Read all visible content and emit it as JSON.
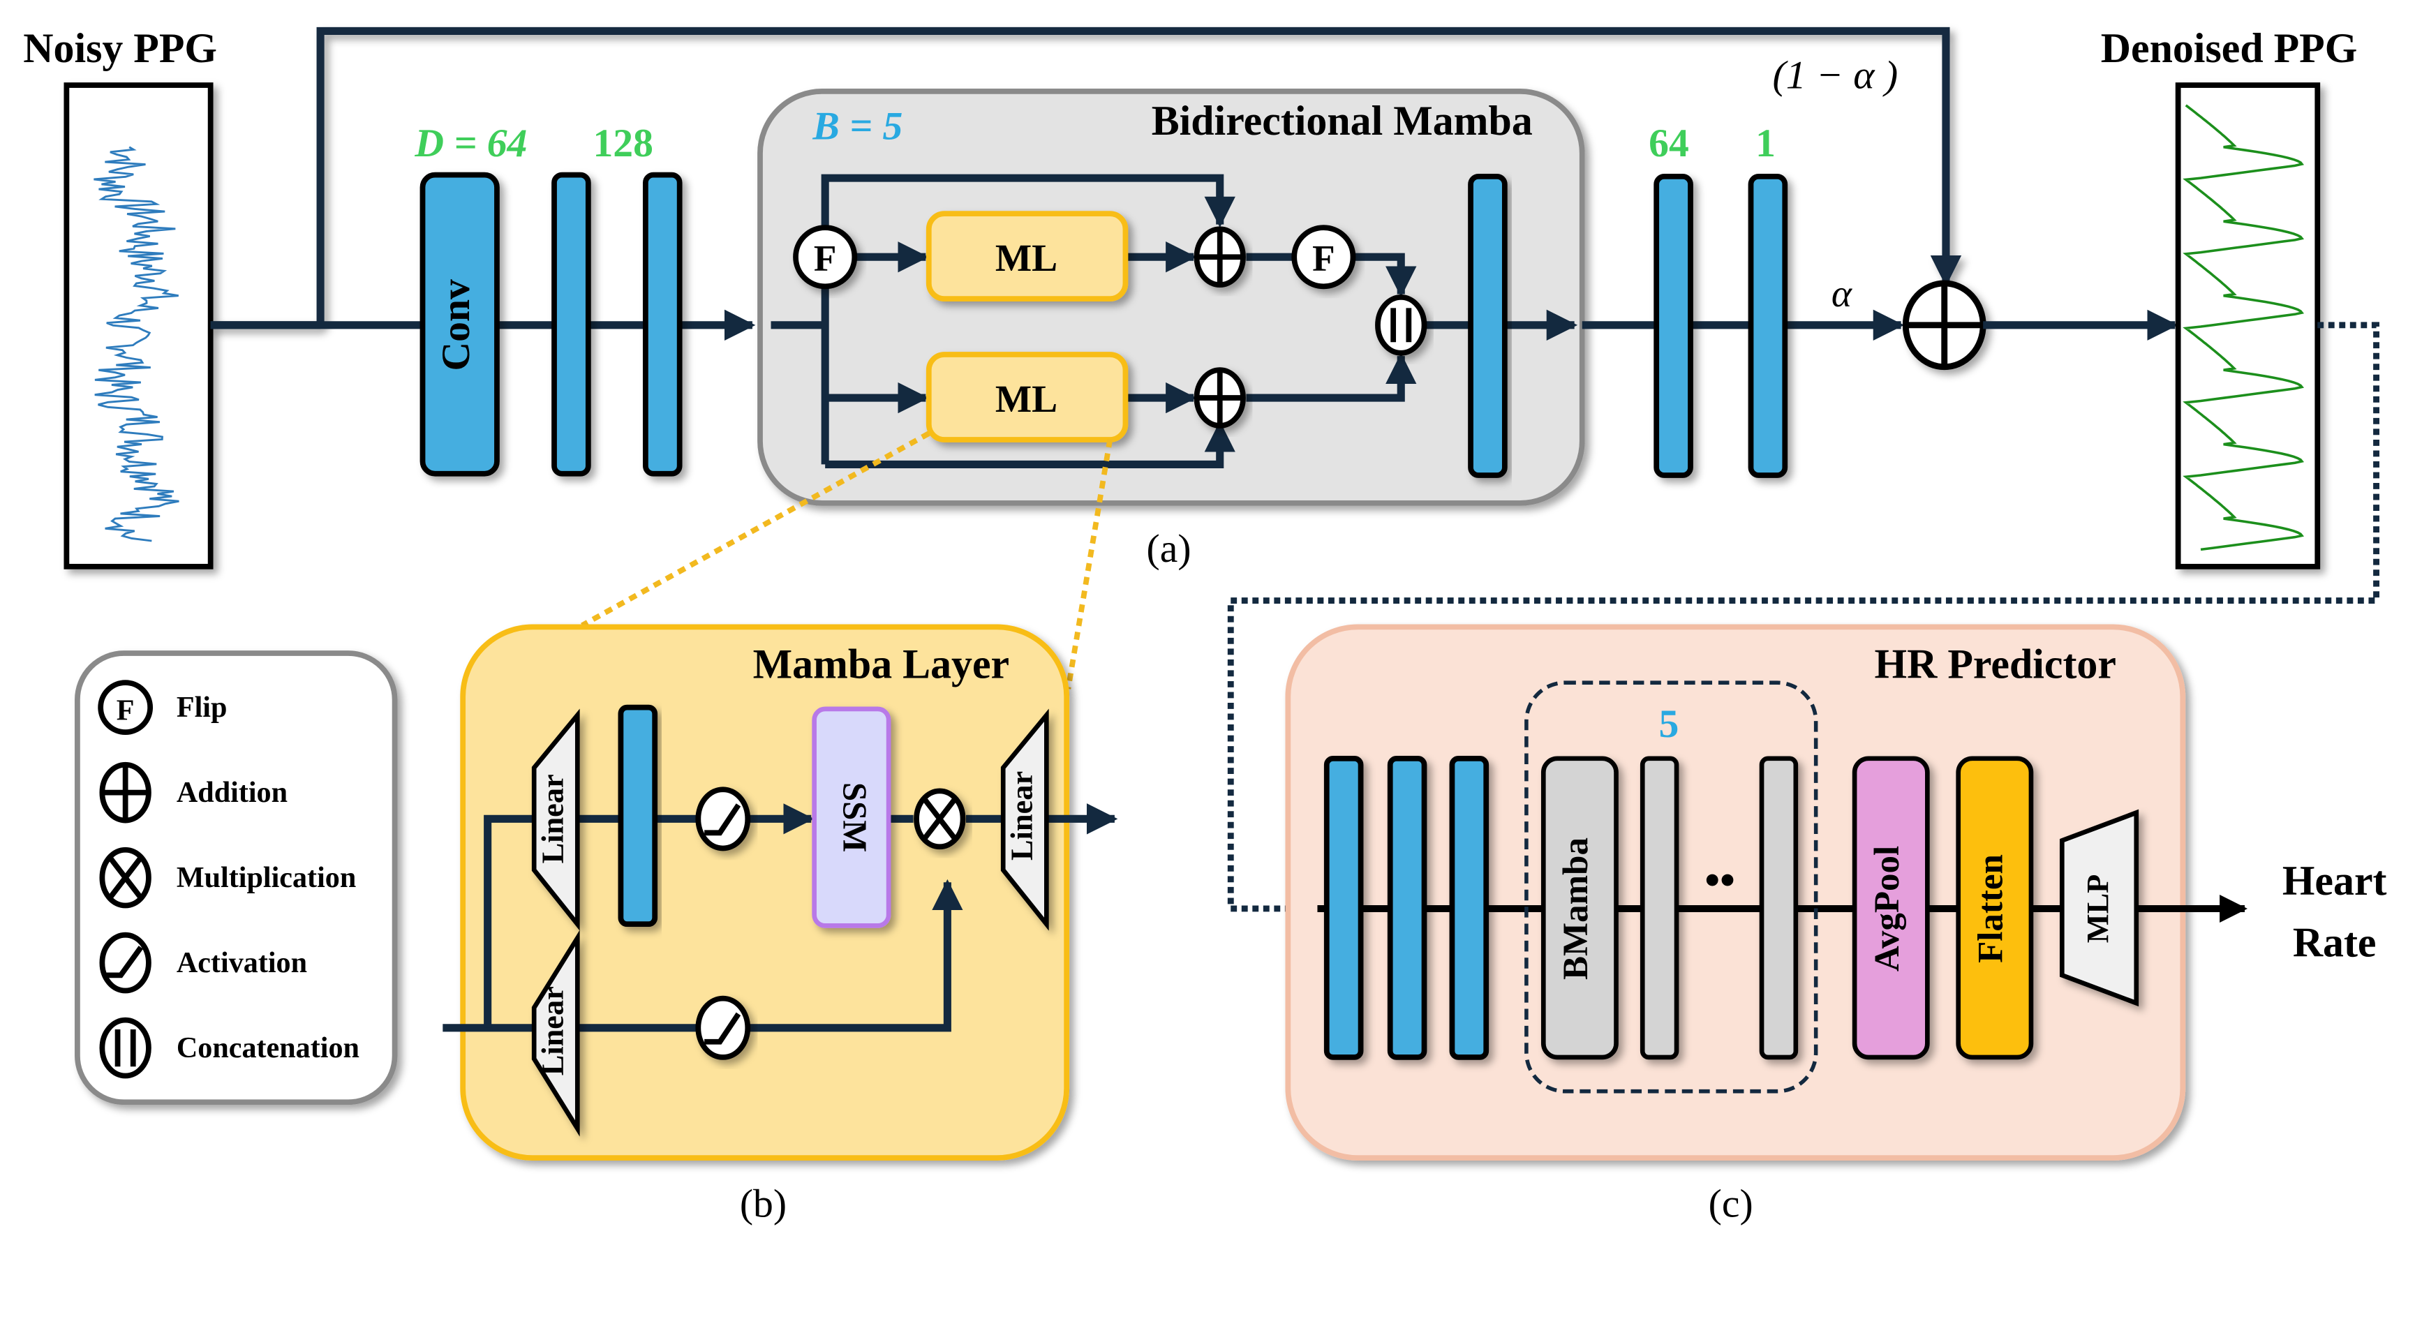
{
  "figure": {
    "input_label": "Noisy PPG",
    "output_label": "Denoised PPG",
    "skip_weight": "(1 − α )",
    "main_weight": "α",
    "encoder_dims": {
      "d64": "D = 64",
      "d128": "128"
    },
    "decoder_dims": {
      "d64": "64",
      "d1": "1"
    },
    "conv_label": "Conv",
    "caption_a": "(a)",
    "caption_b": "(b)",
    "caption_c": "(c)"
  },
  "bidirectional_mamba": {
    "title": "Bidirectional Mamba",
    "repeat": "B = 5",
    "flip_symbol": "F",
    "ml_label": "ML"
  },
  "legend": {
    "items": [
      {
        "symbol": "flip",
        "glyph": "F",
        "label": "Flip"
      },
      {
        "symbol": "addition",
        "label": "Addition"
      },
      {
        "symbol": "multiplication",
        "label": "Multiplication"
      },
      {
        "symbol": "activation",
        "label": "Activation"
      },
      {
        "symbol": "concatenation",
        "label": "Concatenation"
      }
    ]
  },
  "mamba_layer": {
    "title": "Mamba Layer",
    "linear_label": "Linear",
    "ssm_label": "SSM"
  },
  "hr_predictor": {
    "title": "HR Predictor",
    "repeat": "5",
    "bmamba_label": "BMamba",
    "ellipsis": "••",
    "avgpool_label": "AvgPool",
    "flatten_label": "Flatten",
    "mlp_label": "MLP",
    "output_line1": "Heart",
    "output_line2": "Rate"
  },
  "colors": {
    "wire": "#13293f",
    "block_blue": "#45aee0",
    "bimamba_bg": "#e3e3e3",
    "ml_fill": "#fde39c",
    "ml_border": "#f8bd12",
    "mamba_layer_bg": "#fde39c",
    "ssm_fill": "#d8d9fb",
    "ssm_border": "#b879e8",
    "hr_bg": "#fbe2d6",
    "avgpool": "#e59fdc",
    "flatten": "#fdbf0a",
    "dim_green": "#3fce5a",
    "repeat_blue": "#29a9e1",
    "noisy_signal": "#2e7bbd",
    "clean_signal": "#1a8f1a"
  }
}
